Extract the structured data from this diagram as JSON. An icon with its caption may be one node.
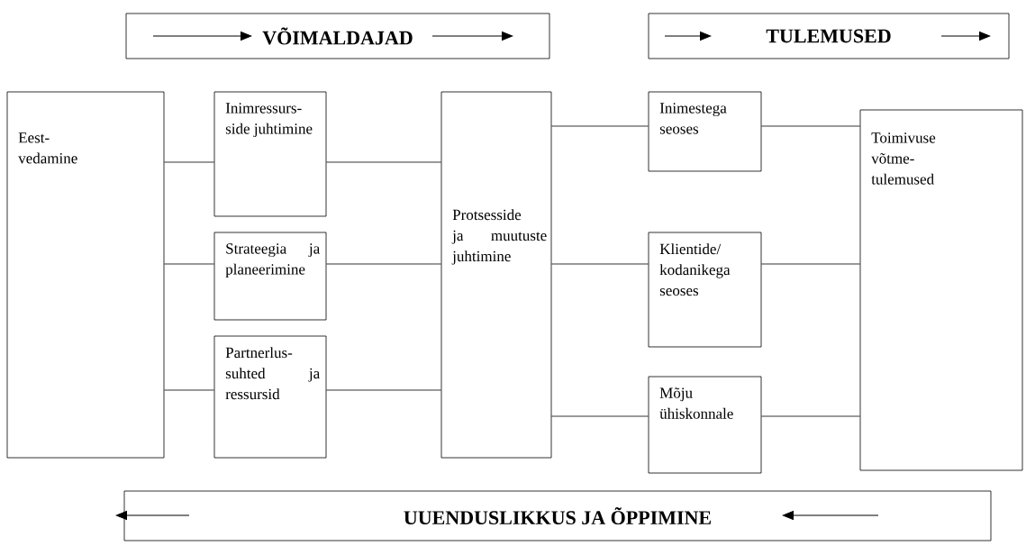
{
  "diagram": {
    "nodes": [
      {
        "text": [
          "VÕIMALDAJAD"
        ]
      },
      {
        "text": [
          "TULEMUSED"
        ]
      },
      {
        "text": [
          "Eest-vedamine"
        ]
      },
      {
        "text": [
          "Inimressurs-side juhtimine"
        ]
      },
      {
        "text": [
          "Strateegia ja planeerimine"
        ]
      },
      {
        "text": [
          "Partnerlus-suhted ja ressursid"
        ]
      },
      {
        "text": [
          "Protsesside ja muutuste juhtimine"
        ]
      },
      {
        "text": [
          "Inimestega seoses"
        ]
      },
      {
        "text": [
          "Klientide/ kodanikega seoses"
        ]
      },
      {
        "text": [
          "Mõju ühiskonnale"
        ]
      },
      {
        "text": [
          "Toimivuse võtme-tulemused"
        ]
      },
      {
        "text": [
          "UUENDUSLIKKUS JA ÕPPIMINE"
        ]
      }
    ],
    "edges": [
      {
        "from": 2,
        "to": 3,
        "arrow": "none"
      },
      {
        "from": 2,
        "to": 4,
        "arrow": "none"
      },
      {
        "from": 2,
        "to": 5,
        "arrow": "none"
      },
      {
        "from": 3,
        "to": 6,
        "arrow": "none"
      },
      {
        "from": 4,
        "to": 6,
        "arrow": "none"
      },
      {
        "from": 5,
        "to": 6,
        "arrow": "none"
      },
      {
        "from": 6,
        "to": 7,
        "arrow": "none"
      },
      {
        "from": 6,
        "to": 8,
        "arrow": "none"
      },
      {
        "from": 6,
        "to": 9,
        "arrow": "none"
      },
      {
        "from": 7,
        "to": 10,
        "arrow": "none"
      },
      {
        "from": 8,
        "to": 10,
        "arrow": "none"
      },
      {
        "from": 9,
        "to": 10,
        "arrow": "none"
      }
    ]
  }
}
